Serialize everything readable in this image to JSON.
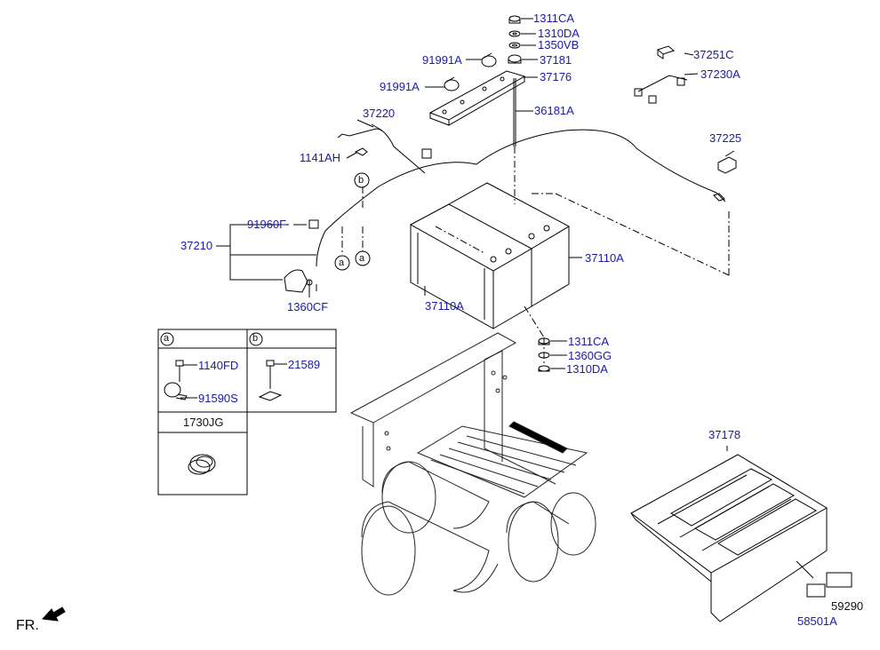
{
  "diagram": {
    "colors": {
      "label": "#1a1aa6",
      "line": "#000000",
      "background": "#ffffff"
    },
    "parts": {
      "p1311ca_top": "1311CA",
      "p1310da_top": "1310DA",
      "p1350vb": "1350VB",
      "p91991a_1": "91991A",
      "p37181": "37181",
      "p91991a_2": "91991A",
      "p37176": "37176",
      "p37251c": "37251C",
      "p37230a": "37230A",
      "p37220": "37220",
      "p36181a": "36181A",
      "p37225": "37225",
      "p1141ah": "1141AH",
      "p91960f": "91960F",
      "p37210": "37210",
      "p37110a_right": "37110A",
      "p1360cf": "1360CF",
      "p37110a_left": "37110A",
      "p1311ca_bot": "1311CA",
      "p1360gg": "1360GG",
      "p1310da_bot": "1310DA",
      "p1140fd": "1140FD",
      "p21589": "21589",
      "p91590s": "91590S",
      "p1730jg": "1730JG",
      "p37178": "37178",
      "p59290": "59290",
      "p58501a": "58501A",
      "fr": "FR."
    },
    "callouts": {
      "a": "a",
      "b": "b"
    },
    "table_cells": {
      "cell_a": "a",
      "cell_b": "b"
    },
    "icons": [
      "front-arrow-icon",
      "battery-icon",
      "cable-icon",
      "clamp-icon",
      "grommet-icon",
      "battery-cover-icon",
      "fuel-tank-icon",
      "frame-bracket-icon"
    ]
  }
}
